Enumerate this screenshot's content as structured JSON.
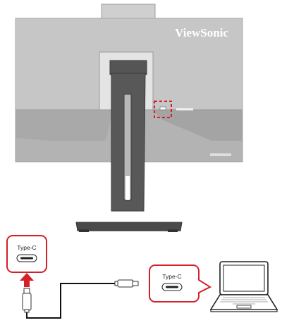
{
  "monitor": {
    "brand": "ViewSonic"
  },
  "monitor_port_callout": {
    "label": "Type-C"
  },
  "laptop_port_callout": {
    "label": "Type-C"
  },
  "colors": {
    "monitor_body": "#c6c6c6",
    "monitor_dark": "#9a9a9a",
    "stand": "#555555",
    "stand_dark": "#3f3f3f",
    "highlight_red": "#d4202a",
    "laptop_outline": "#222222",
    "cable": "#111111",
    "brand_text": "#ffffff"
  }
}
